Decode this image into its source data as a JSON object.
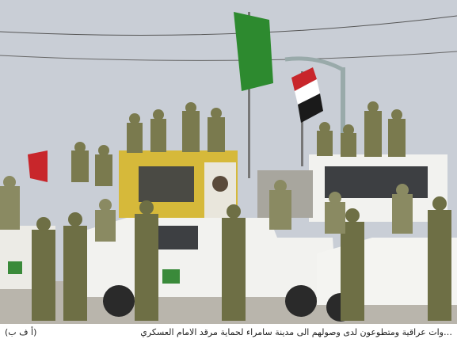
{
  "photo": {
    "description_icon": "photo-of-convoy",
    "colors": {
      "sky": "#c9ced6",
      "uniform": "#7a7a4e",
      "truck_yellow": "#d6b93a",
      "truck_white": "#f2f2ef",
      "flag_green": "#2d8a2f",
      "road": "#b9b5ac"
    }
  },
  "caption": {
    "text": "…وات عراقية ومتطوعون لدى وصولهم الى مدينة سامراء لحماية مرقد الامام العسكري",
    "credit": "(أ ف ب)"
  }
}
